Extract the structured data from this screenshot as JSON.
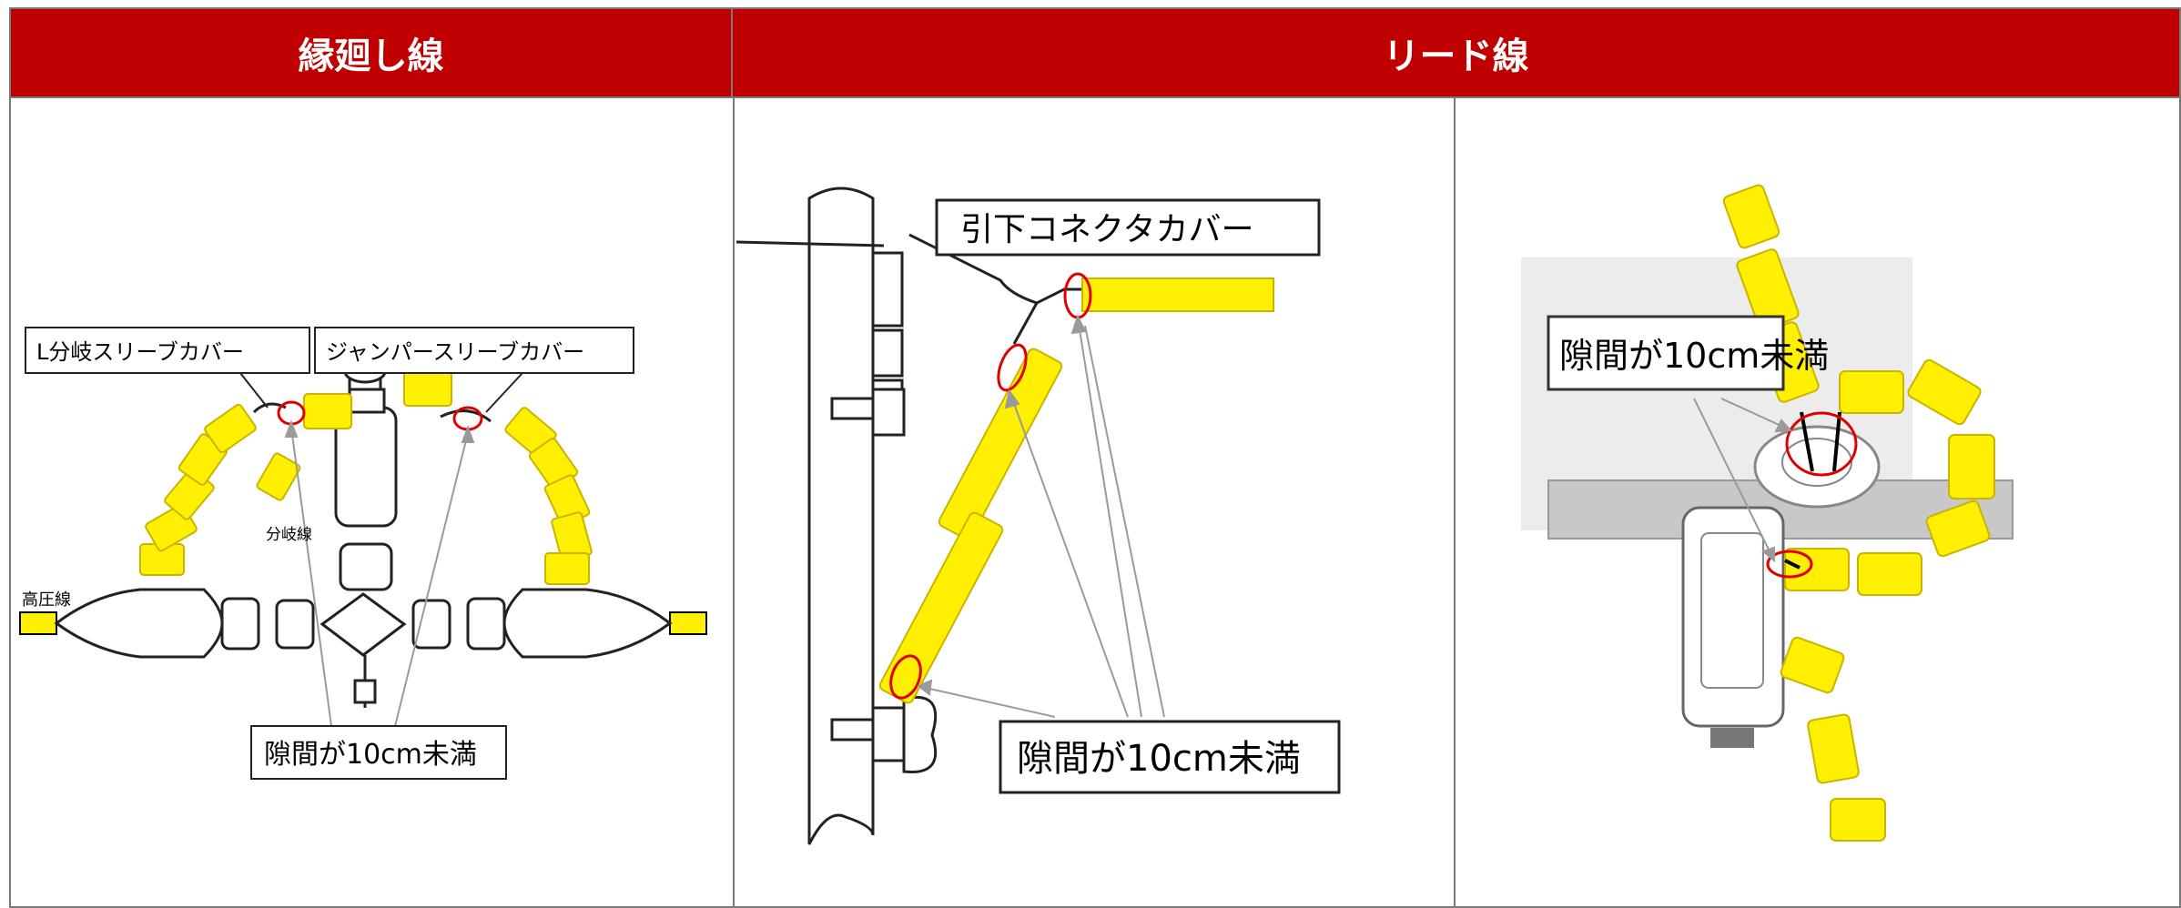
{
  "headers": {
    "col1": "縁廻し線",
    "col2": "リード線"
  },
  "panel1": {
    "callout_left": "L分岐スリーブカバー",
    "callout_right": "ジャンパースリーブカバー",
    "label_branch": "分岐線",
    "label_hv": "高圧線",
    "gap_label": "隙間が10cm未満"
  },
  "panel2": {
    "callout_top": "引下コネクタカバー",
    "gap_label": "隙間が10cm未満"
  },
  "panel3": {
    "gap_label": "隙間が10cm未満"
  },
  "colors": {
    "header_red": "#c00000",
    "cover_yellow": "#ffef00",
    "marker_red": "#e00000",
    "arrow_gray": "#9a9a9a"
  }
}
